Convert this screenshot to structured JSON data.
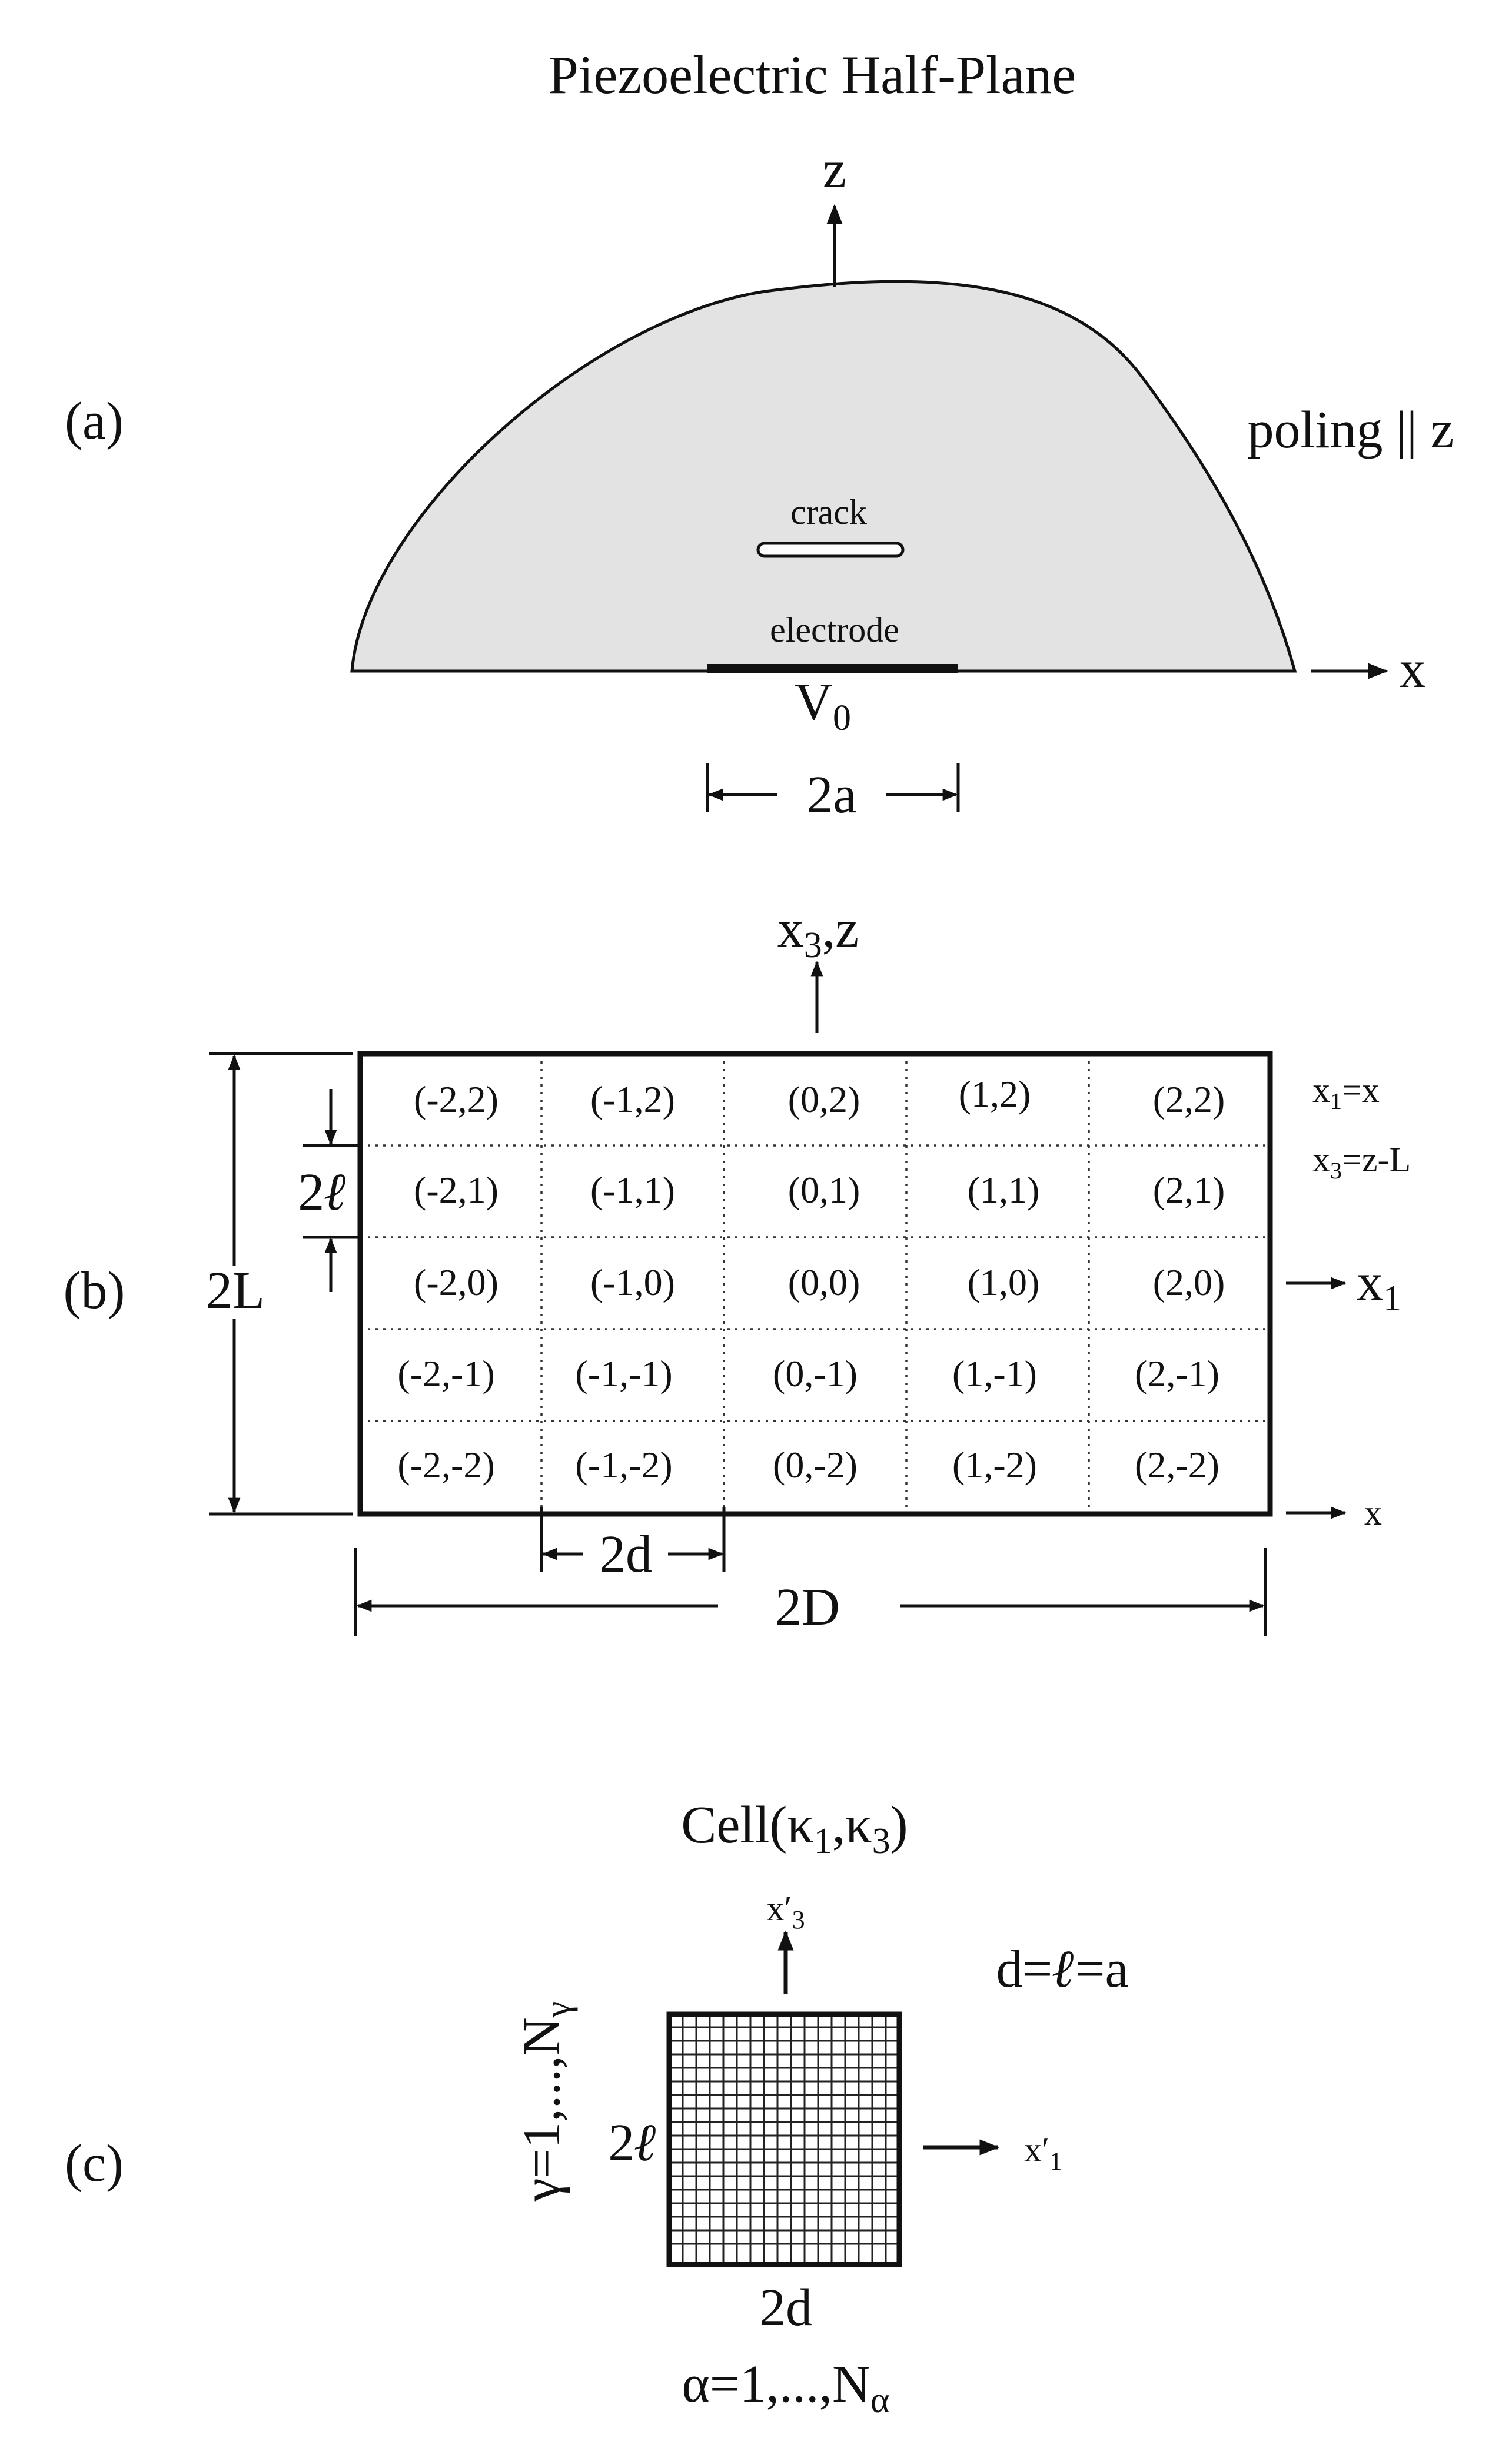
{
  "title": "Piezoelectric Half-Plane",
  "panel_a": {
    "panel_label": "(a)",
    "z_axis": "z",
    "x_axis": "x",
    "poling": "poling || z",
    "crack": "crack",
    "electrode": "electrode",
    "voltage_main": "V",
    "voltage_sub": "0",
    "width_label": "2a"
  },
  "panel_b": {
    "panel_label": "(b)",
    "axis_top_main": "x",
    "axis_top_sub": "3",
    "axis_top_rest": ",z",
    "axis_right_main": "x",
    "axis_right_sub": "1",
    "axis_bottom": "x",
    "eq1_pre": "x",
    "eq1_sub": "1",
    "eq1_post": "=x",
    "eq2_pre": "x",
    "eq2_sub": "3",
    "eq2_post": "=z-L",
    "height_label": "2L",
    "cell_height_pre": "2",
    "cell_height_ell": "ℓ",
    "cell_width": "2d",
    "width_label": "2D",
    "cells": [
      [
        "(-2,2)",
        "(-1,2)",
        "(0,2)",
        "(1,2)",
        "(2,2)"
      ],
      [
        "(-2,1)",
        "(-1,1)",
        "(0,1)",
        "(1,1)",
        "(2,1)"
      ],
      [
        "(-2,0)",
        "(-1,0)",
        "(0,0)",
        "(1,0)",
        "(2,0)"
      ],
      [
        "(-2,-1)",
        "(-1,-1)",
        "(0,-1)",
        "(1,-1)",
        "(2,-1)"
      ],
      [
        "(-2,-2)",
        "(-1,-2)",
        "(0,-2)",
        "(1,-2)",
        "(2,-2)"
      ]
    ]
  },
  "panel_c": {
    "panel_label": "(c)",
    "cell_title_pre": "Cell(κ",
    "cell_title_sub1": "1",
    "cell_title_mid": ",κ",
    "cell_title_sub3": "3",
    "cell_title_post": ")",
    "axis_top_main": "x′",
    "axis_top_sub": "3",
    "axis_right_main": "x′",
    "axis_right_sub": "1",
    "equality_pre": "d=",
    "equality_ell": "ℓ",
    "equality_post": "=a",
    "gamma_pre": "γ=1,...,N",
    "gamma_sub": "γ",
    "side_pre": "2",
    "side_ell": "ℓ",
    "bottom_label": "2d",
    "alpha_pre": "α=1,...,N",
    "alpha_sub": "α"
  }
}
